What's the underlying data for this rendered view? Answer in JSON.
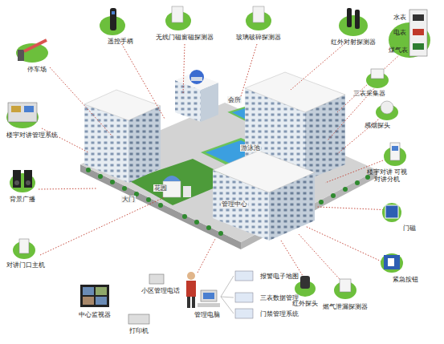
{
  "diagram": {
    "labels": [
      "停车场",
      "遥控手柄",
      "无线门磁窗磁探测器",
      "玻璃破碎探测器",
      "红外对射探测器",
      "水表",
      "电表",
      "煤气表",
      "三表采集器",
      "感烟探头",
      "楼宇对讲 可视对讲分机",
      "门磁",
      "紧急按钮",
      "燃气泄漏探测器",
      "红外探头",
      "报警电子地图",
      "三表数据管理",
      "门禁管理系统",
      "管理电脑",
      "小区管理电话",
      "打印机",
      "中心监视器",
      "对讲门口主机",
      "背景广播",
      "楼宇对讲管理系统",
      "会所",
      "游泳池",
      "花园",
      "大门",
      "管理中心"
    ]
  }
}
